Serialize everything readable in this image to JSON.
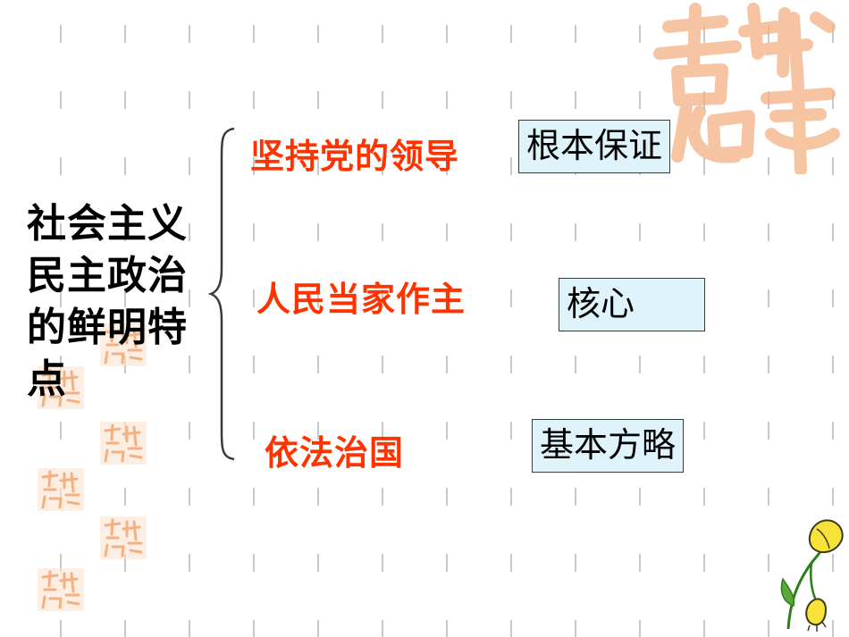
{
  "slide": {
    "title": "社会主义民主政治的鲜明特点",
    "points": [
      {
        "text": "坚持党的领导",
        "role": "根本保证"
      },
      {
        "text": "人民当家作主",
        "role": "核心"
      },
      {
        "text": "依法治国",
        "role": "基本方略"
      }
    ]
  },
  "colors": {
    "point_text": "#ff3300",
    "tag_bg": "#dff3fb",
    "tag_border": "#3a3a3a",
    "dash": "#c8c8c8",
    "seal": "#f3b183",
    "brace": "#3a3a3a"
  },
  "decorations": {
    "seal_icon": "auspicious-seal-icon",
    "flower_icon": "yellow-lily-icon",
    "brace_icon": "left-curly-brace-icon"
  }
}
